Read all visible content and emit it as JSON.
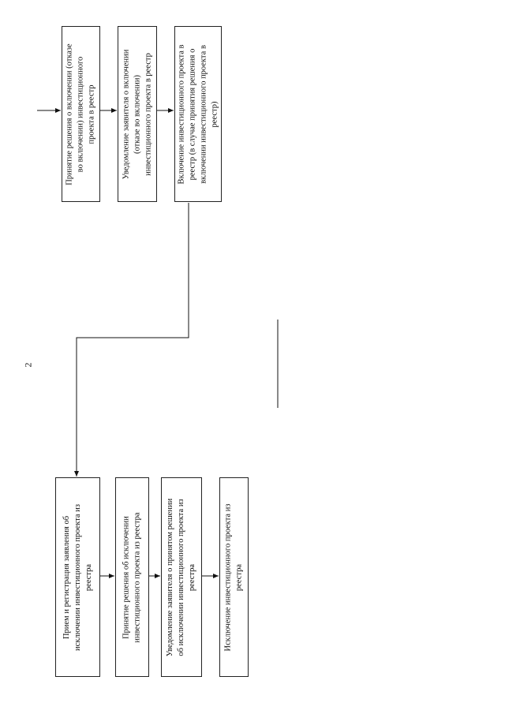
{
  "page_number": "2",
  "top_flow": {
    "step1": "Принятие решения о включении (отказе\nво включении) инвестиционного\nпроекта в реестр",
    "step2": "Уведомление заявителя о включении\n(отказе во включении)\nинвестиционного проекта в реестр",
    "step3": "Включение инвестиционного проекта в\nреестр (в случае принятия решения о\nвключении инвестиционного проекта в\nреестр)"
  },
  "bottom_flow": {
    "step1": "Прием и регистрация заявления об\nисключении инвестиционного проекта из\nреестра",
    "step2": "Принятие решения об исключении\nинвестиционного проекта из реестра",
    "step3": "Уведомление заявителя о принятом решении\nоб исключении инвестиционного проекта из\nреестра",
    "step4": "Исключение инвестиционного проекта из\nреестра"
  }
}
